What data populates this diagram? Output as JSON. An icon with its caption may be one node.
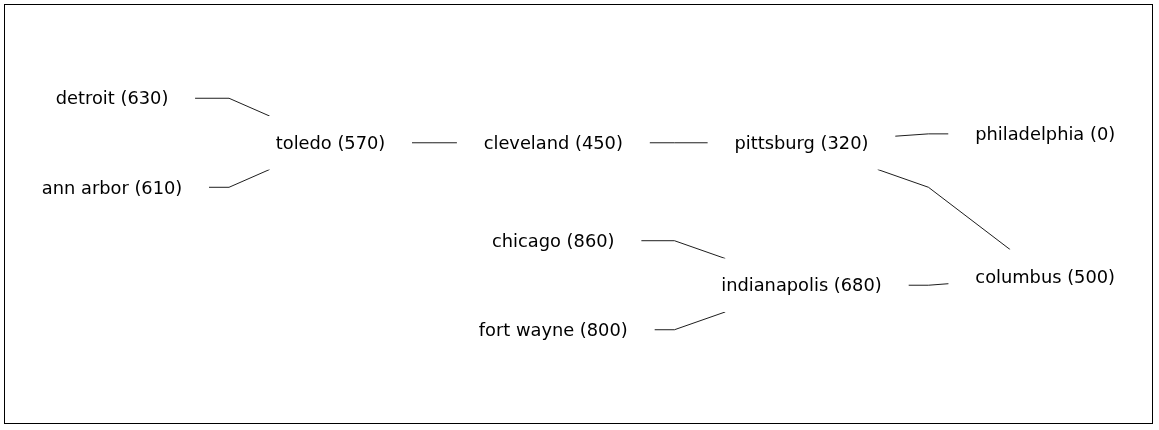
{
  "diagram": {
    "nodes": [
      {
        "text": [
          "ann arbor (610)"
        ]
      },
      {
        "text": [
          "detroit (630)"
        ]
      },
      {
        "text": [
          "toledo (570)"
        ]
      },
      {
        "text": [
          "cleveland (450)"
        ]
      },
      {
        "text": [
          "pittsburg (320)"
        ]
      },
      {
        "text": [
          "chicago (860)"
        ]
      },
      {
        "text": [
          "fort wayne (800)"
        ]
      },
      {
        "text": [
          "philadelphia (0)"
        ]
      },
      {
        "text": [
          "indianapolis (680)"
        ]
      },
      {
        "text": [
          "columbus (500)"
        ]
      }
    ],
    "edges": [
      {
        "from": 0,
        "to": 2,
        "arrow": "none"
      },
      {
        "from": 1,
        "to": 2,
        "arrow": "none"
      },
      {
        "from": 2,
        "to": 3,
        "arrow": "none"
      },
      {
        "from": 3,
        "to": 4,
        "arrow": "none"
      },
      {
        "from": 4,
        "to": 9,
        "arrow": "none"
      },
      {
        "from": 4,
        "to": 7,
        "arrow": "none"
      },
      {
        "from": 5,
        "to": 8,
        "arrow": "none"
      },
      {
        "from": 6,
        "to": 8,
        "arrow": "none"
      },
      {
        "from": 8,
        "to": 9,
        "arrow": "none"
      }
    ]
  }
}
